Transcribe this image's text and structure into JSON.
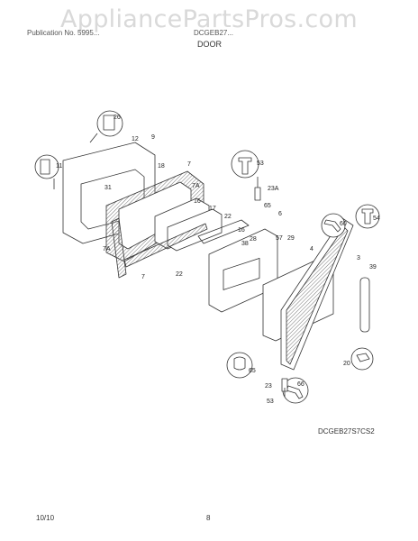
{
  "watermark": "AppliancePartsPros.com",
  "header": {
    "left": "Publication No. 5995...",
    "model": "DCGEB27...",
    "section": "DOOR"
  },
  "callouts": [
    "26",
    "12",
    "9",
    "11",
    "18",
    "31",
    "7",
    "7A",
    "16",
    "17",
    "22",
    "7A",
    "7",
    "16",
    "38",
    "22",
    "28",
    "53",
    "23A",
    "65",
    "6",
    "60",
    "54",
    "4",
    "57",
    "29",
    "3",
    "39",
    "20",
    "65",
    "23",
    "66",
    "53"
  ],
  "diagram_code": "DCGEB27S7CS2",
  "footer": {
    "date": "10/10",
    "page": "8"
  },
  "colors": {
    "line": "#333333",
    "hatch": "#777777",
    "watermark": "#d9d9d9"
  },
  "icons": [
    "bracket-icon",
    "screw-icon",
    "clip-icon",
    "hinge-icon",
    "plug-icon"
  ]
}
